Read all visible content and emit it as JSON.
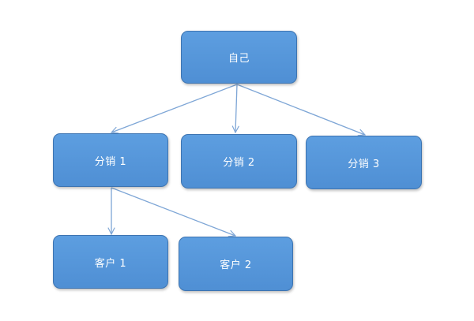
{
  "nodes": {
    "root": {
      "label": "自己"
    },
    "distributor_1": {
      "label": "分销 1"
    },
    "distributor_2": {
      "label": "分销 2"
    },
    "distributor_3": {
      "label": "分销 3"
    },
    "customer_1": {
      "label": "客户 1"
    },
    "customer_2": {
      "label": "客户 2"
    }
  },
  "colors": {
    "node_fill": "#5b9bd5",
    "node_border": "#3d74b1",
    "node_text": "#ffffff",
    "connector": "#7ea6d6"
  }
}
